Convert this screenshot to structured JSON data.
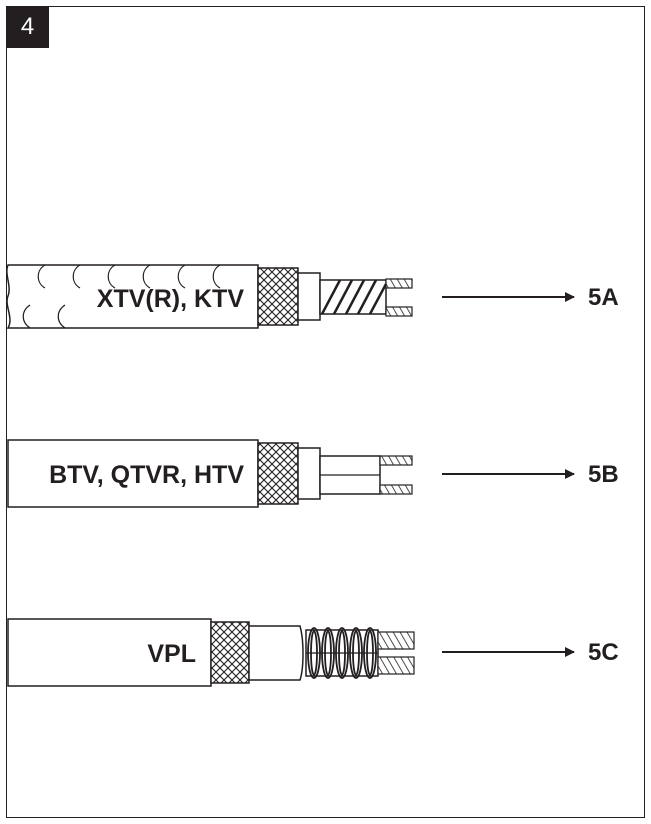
{
  "step_number": "4",
  "rows": [
    {
      "cable_label": "XTV(R), KTV",
      "ref_label": "5A"
    },
    {
      "cable_label": "BTV, QTVR, HTV",
      "ref_label": "5B"
    },
    {
      "cable_label": "VPL",
      "ref_label": "5C"
    }
  ],
  "colors": {
    "line": "#231f20",
    "background": "#ffffff"
  },
  "icons": [
    "braid-pattern",
    "stranded-conductor",
    "arrow-right-icon"
  ]
}
